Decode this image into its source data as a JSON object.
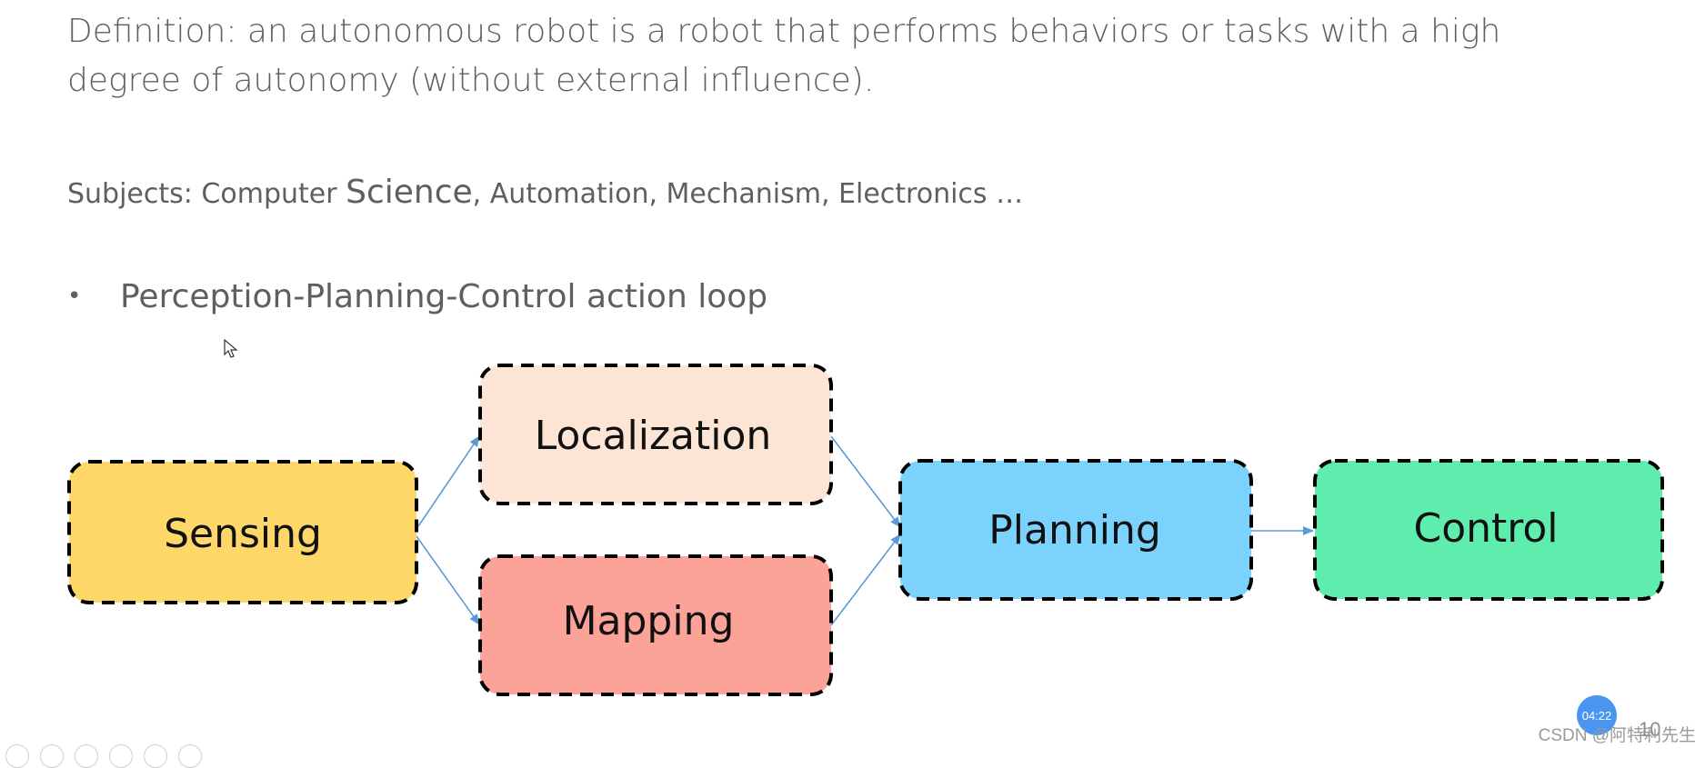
{
  "slide": {
    "definition": "Definition: an autonomous robot is a robot that performs behaviors or tasks with a high degree of autonomy (without external influence).",
    "subjects_prefix": "Subjects: Computer ",
    "subjects_science": "Science",
    "subjects_rest": ", Automation, Mechanism, Electronics …",
    "bullet_symbol": "•",
    "bullet_text": "Perception-Planning-Control action loop"
  },
  "diagram": {
    "nodes": {
      "sensing": {
        "label": "Sensing",
        "color": "#fdd767"
      },
      "localization": {
        "label": "Localization",
        "color": "#fde5d6"
      },
      "mapping": {
        "label": "Mapping",
        "color": "#fca399"
      },
      "planning": {
        "label": "Planning",
        "color": "#7bd3fd"
      },
      "control": {
        "label": "Control",
        "color": "#5fedad"
      }
    },
    "arrow_color": "#5b9bd5"
  },
  "overlay": {
    "timer": "04:22",
    "page_number": "10",
    "watermark": "CSDN @阿特利先生"
  }
}
